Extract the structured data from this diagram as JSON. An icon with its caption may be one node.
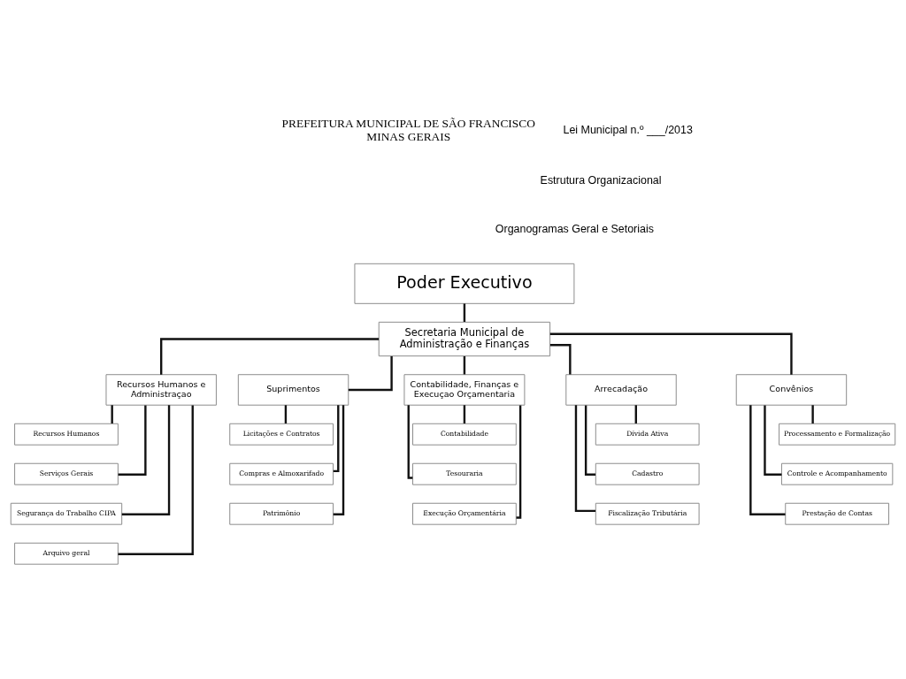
{
  "diagram": {
    "nodes": [
      {
        "text": [
          "Poder Executivo"
        ]
      },
      {
        "text": [
          "Secretaria Municipal de Administração e Finanças"
        ]
      },
      {
        "text": [
          "Recursos Humanos e Administraçao"
        ]
      },
      {
        "text": [
          "Recursos Humanos"
        ]
      },
      {
        "text": [
          "Serviços Gerais"
        ]
      },
      {
        "text": [
          "Segurança do Trabalho CIPA"
        ]
      },
      {
        "text": [
          "Arquivo geral"
        ]
      },
      {
        "text": [
          "Suprimentos"
        ]
      },
      {
        "text": [
          "Licitações e Contratos"
        ]
      },
      {
        "text": [
          "Compras e Almoxarifado"
        ]
      },
      {
        "text": [
          "Patrimônio"
        ]
      },
      {
        "text": [
          "Contabilidade, Finanças e Execuçao Orçamentaria"
        ]
      },
      {
        "text": [
          "Contabilidade"
        ]
      },
      {
        "text": [
          "Tesouraria"
        ]
      },
      {
        "text": [
          "Execução Orçamentária"
        ]
      },
      {
        "text": [
          "Arrecadação"
        ]
      },
      {
        "text": [
          "Dívida Ativa"
        ]
      },
      {
        "text": [
          "Cadastro"
        ]
      },
      {
        "text": [
          "Fiscalização Tributária"
        ]
      },
      {
        "text": [
          "Convênios"
        ]
      },
      {
        "text": [
          "Processamento e Formalização"
        ]
      },
      {
        "text": [
          "Controle e Acompanhamento"
        ]
      },
      {
        "text": [
          "Prestação de Contas"
        ]
      }
    ],
    "edges": [
      {
        "from": 0,
        "to": 1,
        "arrow": "none"
      },
      {
        "from": 1,
        "to": 2,
        "arrow": "none"
      },
      {
        "from": 1,
        "to": 7,
        "arrow": "none"
      },
      {
        "from": 1,
        "to": 11,
        "arrow": "none"
      },
      {
        "from": 1,
        "to": 15,
        "arrow": "none"
      },
      {
        "from": 1,
        "to": 19,
        "arrow": "none"
      },
      {
        "from": 2,
        "to": 3,
        "arrow": "none"
      },
      {
        "from": 2,
        "to": 4,
        "arrow": "none"
      },
      {
        "from": 2,
        "to": 5,
        "arrow": "none"
      },
      {
        "from": 2,
        "to": 6,
        "arrow": "none"
      },
      {
        "from": 7,
        "to": 8,
        "arrow": "none"
      },
      {
        "from": 7,
        "to": 9,
        "arrow": "none"
      },
      {
        "from": 7,
        "to": 10,
        "arrow": "none"
      },
      {
        "from": 11,
        "to": 12,
        "arrow": "none"
      },
      {
        "from": 11,
        "to": 13,
        "arrow": "none"
      },
      {
        "from": 11,
        "to": 14,
        "arrow": "none"
      },
      {
        "from": 15,
        "to": 16,
        "arrow": "none"
      },
      {
        "from": 15,
        "to": 17,
        "arrow": "none"
      },
      {
        "from": 15,
        "to": 18,
        "arrow": "none"
      },
      {
        "from": 19,
        "to": 20,
        "arrow": "none"
      },
      {
        "from": 19,
        "to": 21,
        "arrow": "none"
      },
      {
        "from": 19,
        "to": 22,
        "arrow": "none"
      }
    ],
    "labels": [
      "PREFEITURA MUNICIPAL DE SÃO FRANCISCO MINAS GERAIS",
      "Lei Municipal n.º ___/2013",
      "Estrutura Organizacional",
      "Organogramas Geral e Setoriais"
    ]
  }
}
